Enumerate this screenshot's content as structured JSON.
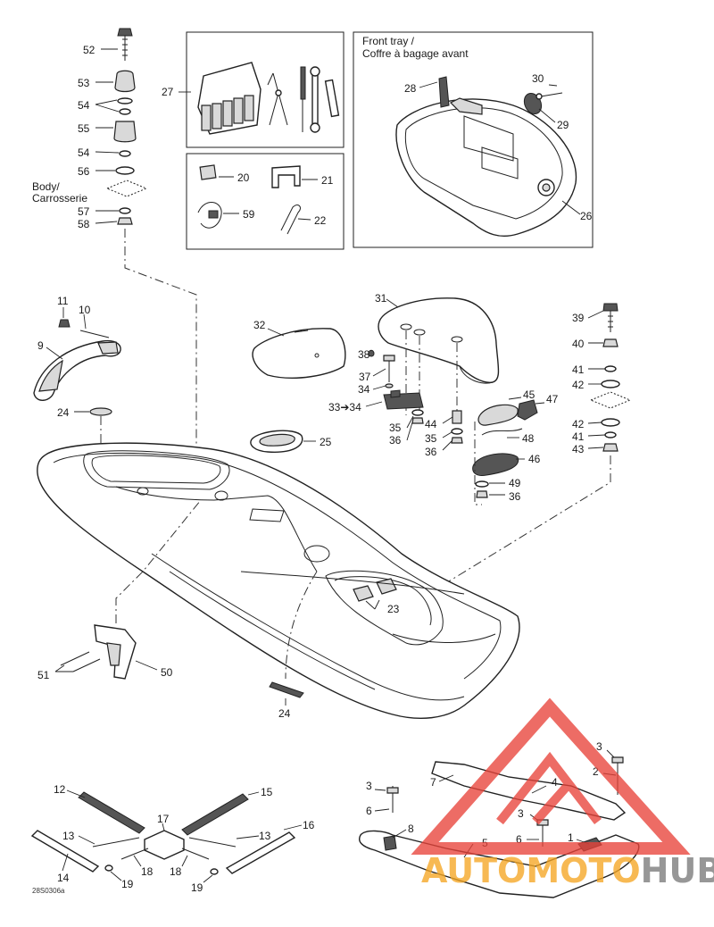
{
  "labels": {
    "l1": "1",
    "l2": "2",
    "l3a": "3",
    "l3b": "3",
    "l3c": "3",
    "l4": "4",
    "l5": "5",
    "l6a": "6",
    "l6b": "6",
    "l7": "7",
    "l8": "8",
    "l9": "9",
    "l10": "10",
    "l11": "11",
    "l12": "12",
    "l13a": "13",
    "l13b": "13",
    "l14": "14",
    "l15": "15",
    "l16": "16",
    "l17": "17",
    "l18a": "18",
    "l18b": "18",
    "l19a": "19",
    "l19b": "19",
    "l20": "20",
    "l21": "21",
    "l22": "22",
    "l23": "23",
    "l24a": "24",
    "l24b": "24",
    "l25": "25",
    "l26": "26",
    "l27": "27",
    "l28": "28",
    "l29": "29",
    "l30": "30",
    "l31": "31",
    "l32": "32",
    "l33": "33➔34",
    "l34": "34",
    "l35a": "35",
    "l35b": "35",
    "l36a": "36",
    "l36b": "36",
    "l36c": "36",
    "l37": "37",
    "l38": "38",
    "l39": "39",
    "l40": "40",
    "l41a": "41",
    "l41b": "41",
    "l42a": "42",
    "l42b": "42",
    "l43": "43",
    "l44": "44",
    "l45": "45",
    "l46": "46",
    "l47": "47",
    "l48": "48",
    "l49": "49",
    "l50": "50",
    "l51": "51",
    "l52": "52",
    "l53": "53",
    "l54a": "54",
    "l54b": "54",
    "l55": "55",
    "l56": "56",
    "l57": "57",
    "l58": "58",
    "l59": "59"
  },
  "captions": {
    "body_en": "Body/",
    "body_fr": "Carrosserie",
    "front_tray_en": "Front tray /",
    "front_tray_fr": "Coffre à bagage avant"
  },
  "drawing_code": "28S0306a",
  "watermark": {
    "part1": "AUTOMOTO",
    "part2": "HUB",
    "color_triangle": "#e8433a",
    "color_part1": "#f5a623",
    "color_part2": "#7a7a7a"
  }
}
